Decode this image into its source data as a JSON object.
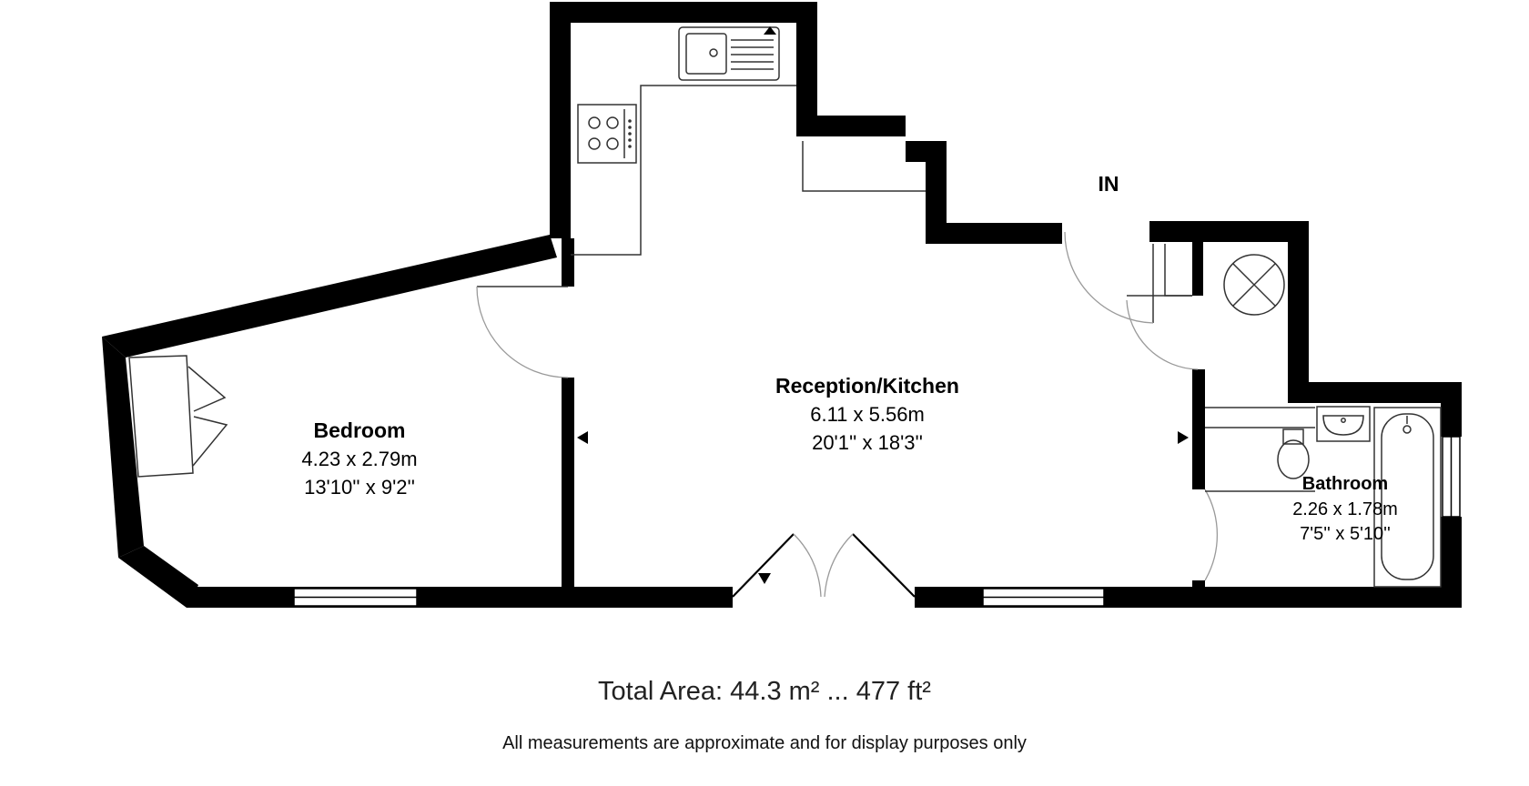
{
  "rooms": {
    "reception": {
      "name": "Reception/Kitchen",
      "metric": "6.11 x 5.56m",
      "imperial": "20'1'' x 18'3''"
    },
    "bedroom": {
      "name": "Bedroom",
      "metric": "4.23 x 2.79m",
      "imperial": "13'10'' x 9'2''"
    },
    "bathroom": {
      "name": "Bathroom",
      "metric": "2.26 x 1.78m",
      "imperial": "7'5'' x 5'10''"
    }
  },
  "entrance": {
    "label": "IN"
  },
  "total_area": "Total Area: 44.3 m² ... 477 ft²",
  "disclaimer": "All measurements are approximate and for display purposes only",
  "colors": {
    "wall": "#000000",
    "fixture_line": "#333333",
    "door_arc": "#9a9a9a",
    "background": "#ffffff"
  }
}
